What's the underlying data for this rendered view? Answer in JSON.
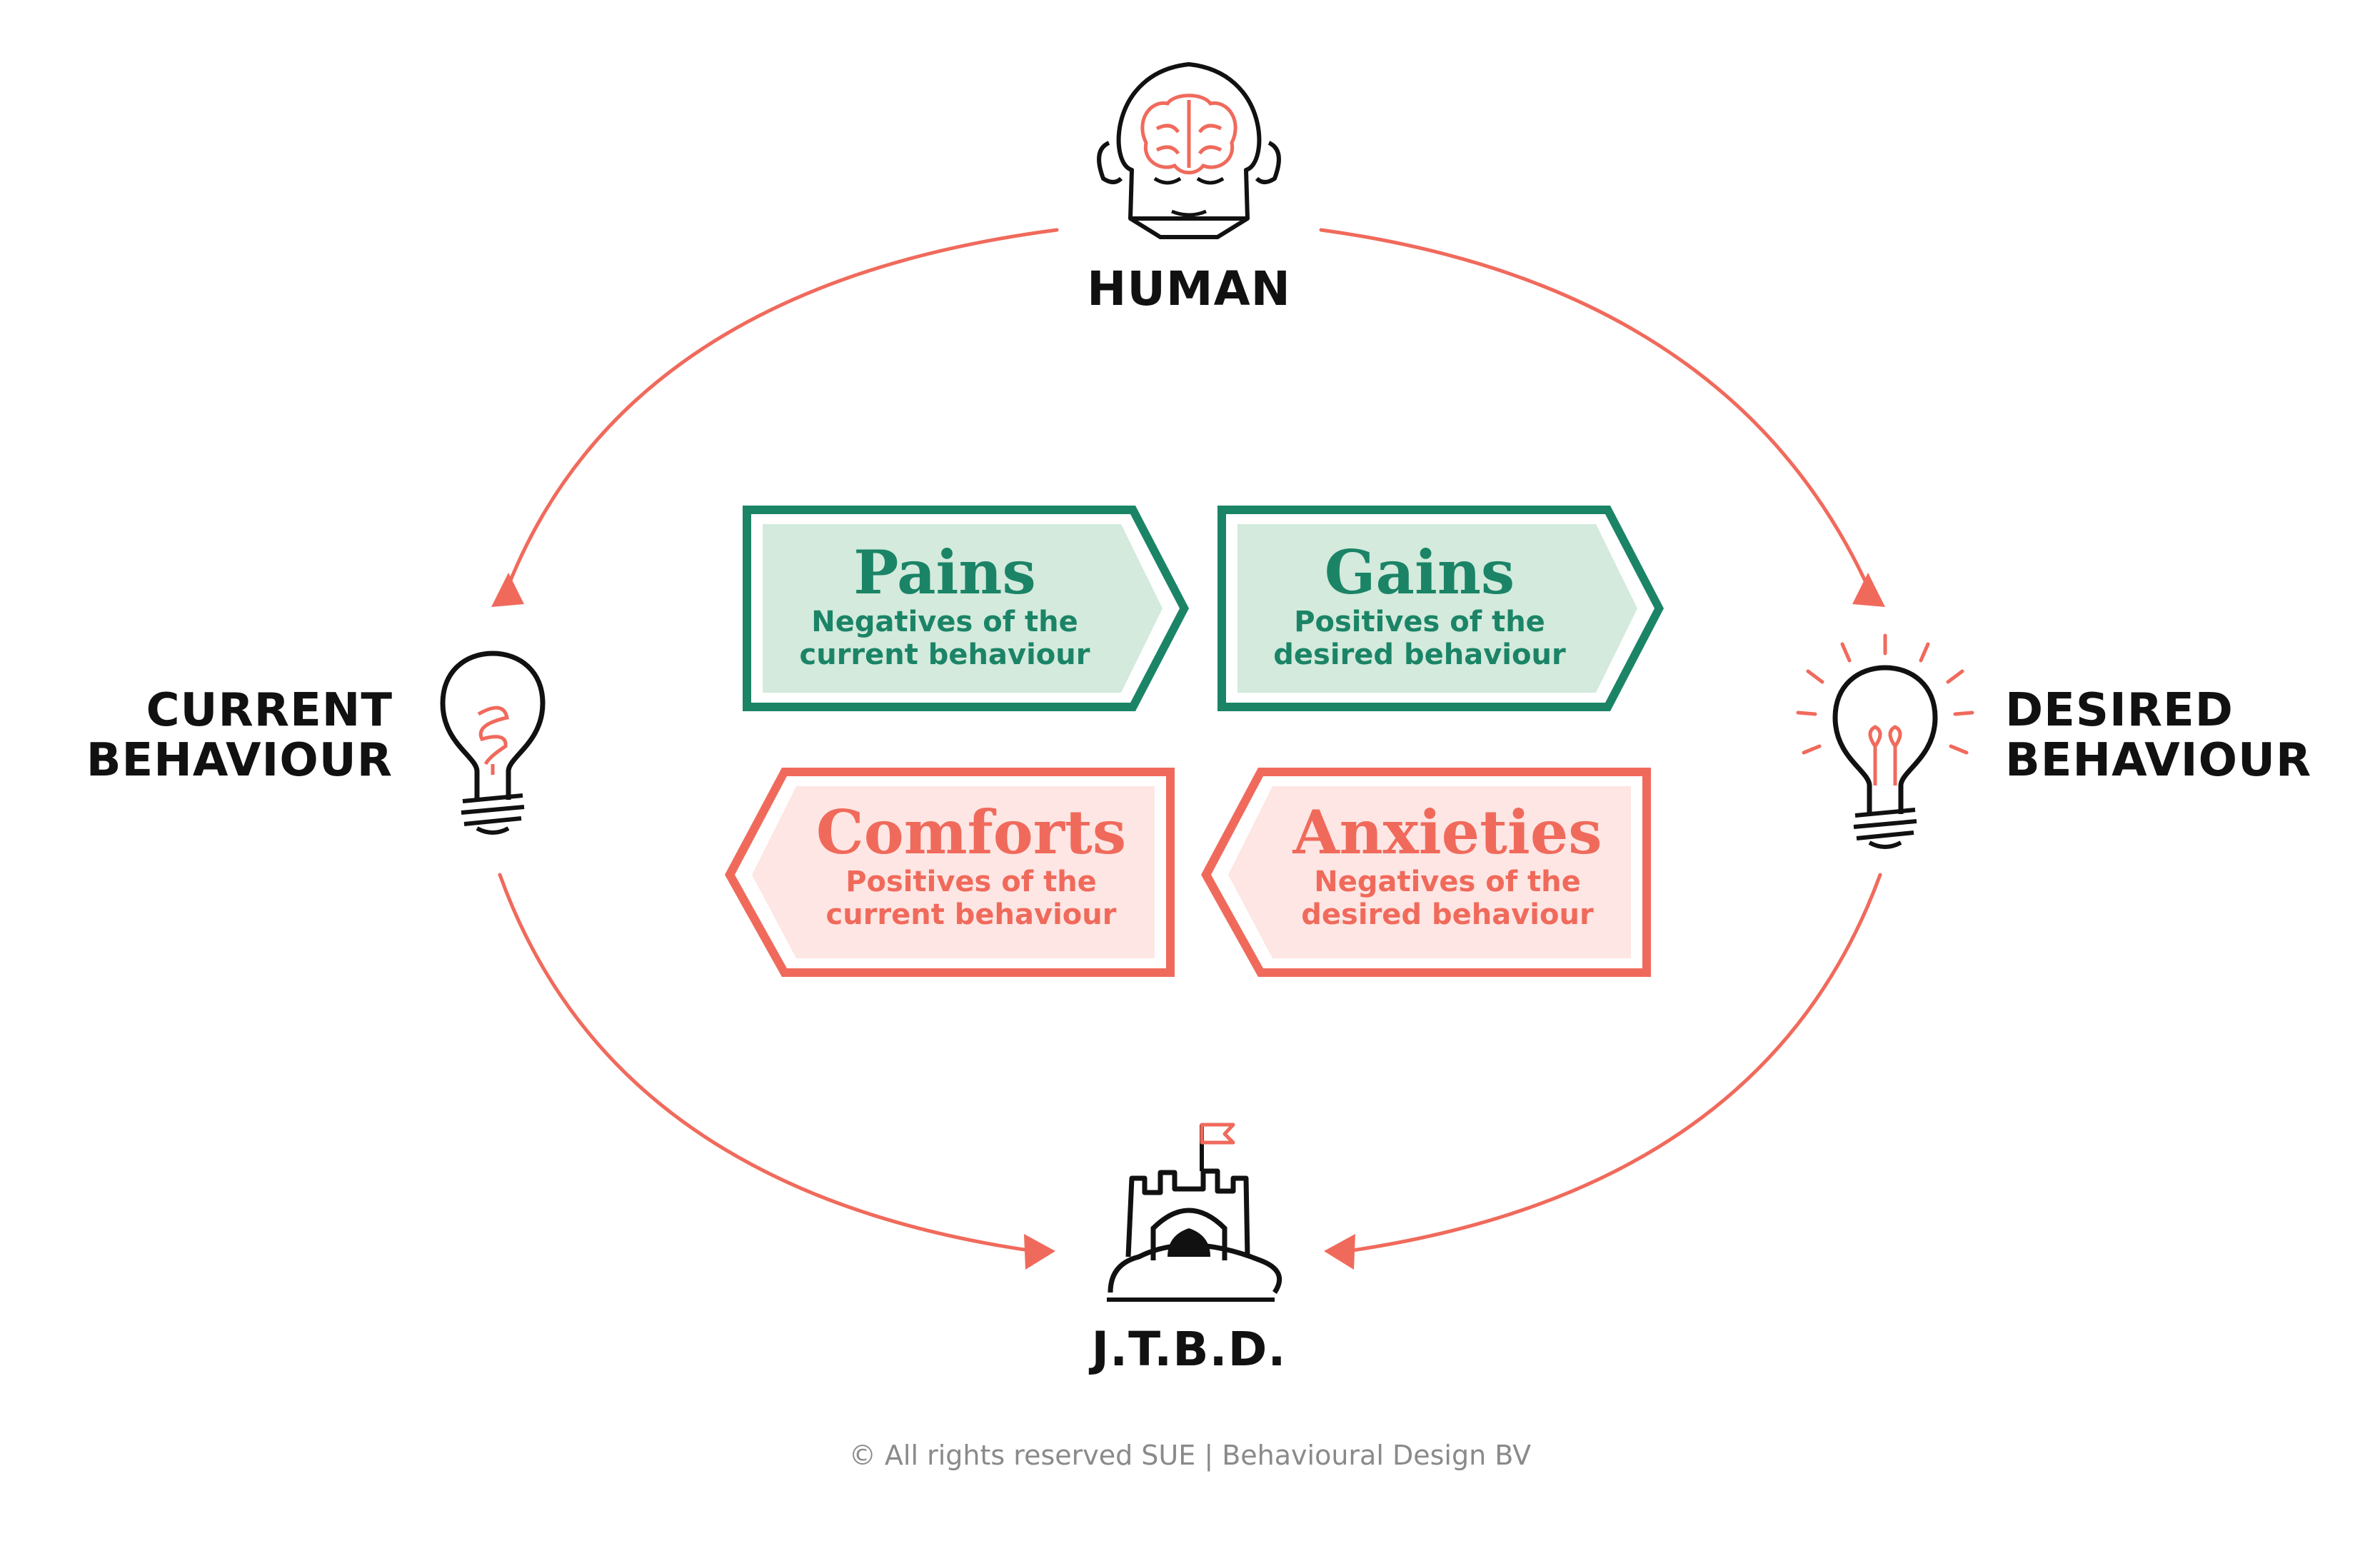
{
  "nodes": {
    "human": "HUMAN",
    "current": {
      "line1": "CURRENT",
      "line2": "BEHAVIOUR"
    },
    "desired": {
      "line1": "DESIRED",
      "line2": "BEHAVIOUR"
    },
    "jtbd": "J.T.B.D."
  },
  "cards": {
    "pains": {
      "title": "Pains",
      "line1": "Negatives of the",
      "line2": "current behaviour"
    },
    "gains": {
      "title": "Gains",
      "line1": "Positives of the",
      "line2": "desired behaviour"
    },
    "comforts": {
      "title": "Comforts",
      "line1": "Positives of the",
      "line2": "current behaviour"
    },
    "anxieties": {
      "title": "Anxieties",
      "line1": "Negatives of the",
      "line2": "desired behaviour"
    }
  },
  "footer": "© All rights reserved SUE | Behavioural Design BV",
  "colors": {
    "green": "#1b8466",
    "green_fill": "#d3eadc",
    "red": "#f06a5c",
    "red_fill": "#fde6e3",
    "ink": "#111111"
  }
}
